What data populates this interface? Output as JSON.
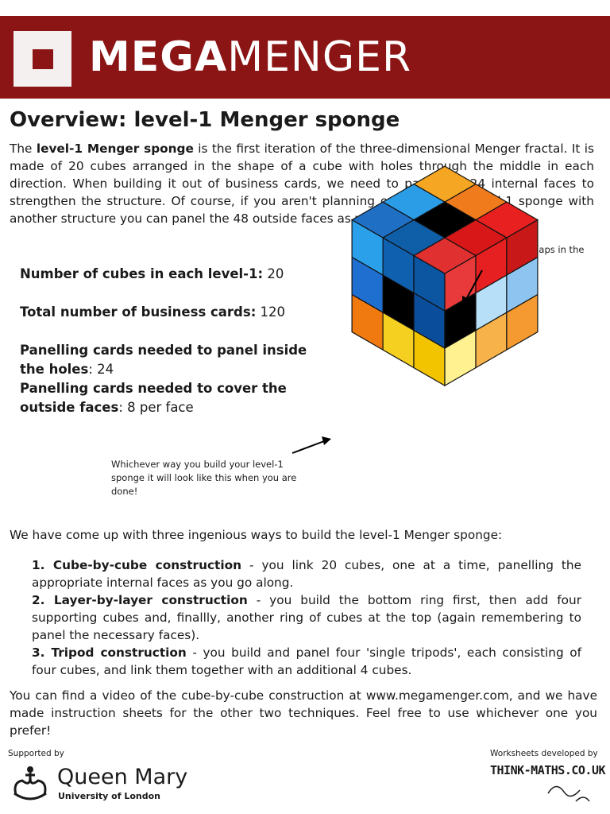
{
  "header": {
    "brand_bold": "MEGA",
    "brand_light": "MENGER",
    "banner_color": "#8b1414"
  },
  "title": "Overview: level-1 Menger sponge",
  "intro": {
    "lead": "The ",
    "bold": "level-1 Menger sponge",
    "rest": " is the first iteration of the three-dimensional Menger fractal.  It is made of 20 cubes arranged in the shape of a cube with holes through the middle in each direction.  When building it out of business cards, we need to panel the 24 internal faces to strengthen the structure.  Of course, if you aren't planning on linking the level-1 sponge with another structure you can panel the 48 outside faces as well."
  },
  "stats": [
    {
      "label": "Number of cubes in each level-1:",
      "value": " 20"
    },
    {
      "label": "Total number of business cards:",
      "value": "  120"
    },
    {
      "label": "Panelling cards needed to panel inside the holes",
      "value": ": 24"
    },
    {
      "label": "Panelling cards needed to cover the outside faces",
      "value": ": 8 per face"
    }
  ],
  "callouts": {
    "top": "The black bits are gaps in the structure.",
    "bottom": "Whichever way you build your level-1 sponge it will look like this when you are done!"
  },
  "methods_lead": "We have come up with three ingenious ways to build the level-1 Menger sponge:",
  "methods": [
    {
      "label": "1. Cube-by-cube construction",
      "text": " - you link 20 cubes, one at a time, panelling the appropriate internal faces as you go along."
    },
    {
      "label": "2. Layer-by-layer construction",
      "text": " - you build the bottom ring first, then add four supporting cubes and, finallly, another ring of cubes at the top (again remembering to panel the necessary faces)."
    },
    {
      "label": "3. Tripod construction",
      "text": " - you build and panel four 'single tripods', each consisting of four cubes, and link them together with an additional 4 cubes."
    }
  ],
  "outro": "You can find a video of the cube-by-cube construction at www.megamenger.com, and we have made instruction sheets for the other two techniques.  Feel free to use whichever one you prefer!",
  "footer": {
    "supported_by": "Supported by",
    "qm_name": "Queen Mary",
    "qm_sub": "University of London",
    "worksheets": "Worksheets developed by",
    "think_maths": "THINK-MATHS.CO.UK"
  },
  "cube_colors": {
    "top": [
      "#f5a623",
      "#f07b1c",
      "#e82020",
      "#2a9de6",
      "#000000",
      "#d81818",
      "#1f6fc4",
      "#0f5fa8",
      "#e03030"
    ],
    "left": [
      "#2aa0ea",
      "#1060b0",
      "#0c55a0",
      "#1f6fd0",
      "#000000",
      "#0a4d9a",
      "#f07a10",
      "#f5d020",
      "#f2c400"
    ],
    "right": [
      "#e83a3a",
      "#e62020",
      "#c81818",
      "#000000",
      "#b8dff8",
      "#8ec5f0",
      "#fff090",
      "#f7b24a",
      "#f59a30"
    ]
  }
}
